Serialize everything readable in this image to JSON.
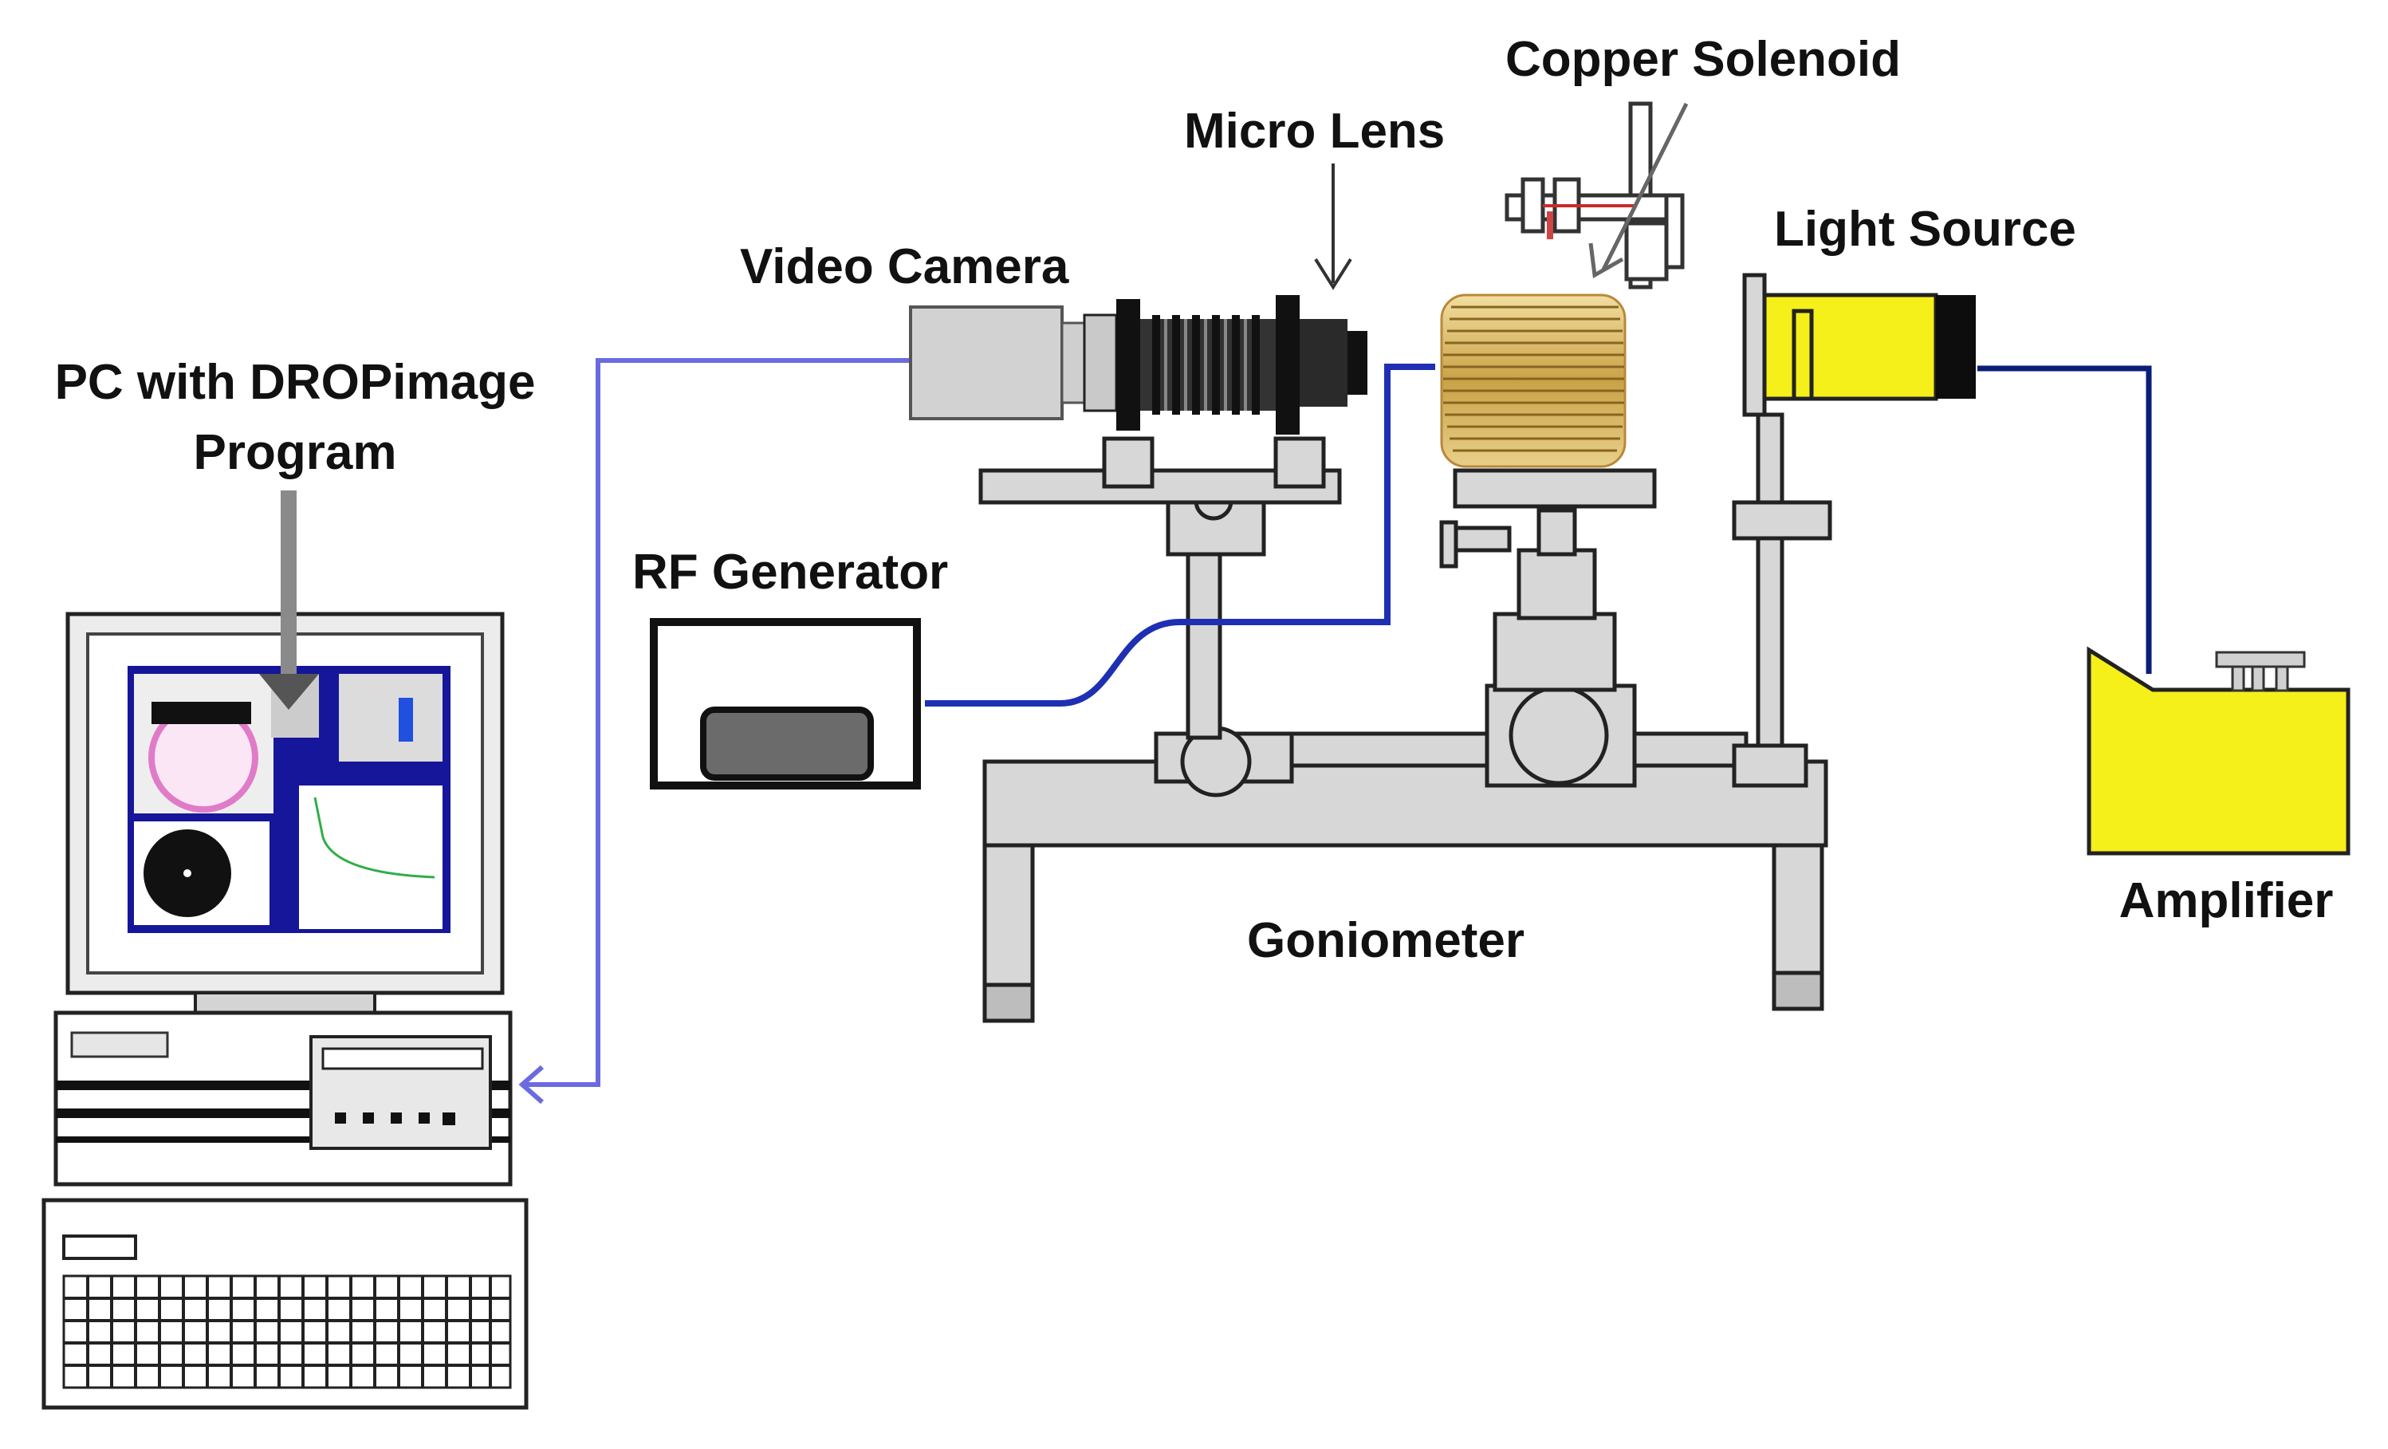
{
  "diagram": {
    "labels": {
      "copper_solenoid": "Copper Solenoid",
      "micro_lens": "Micro Lens",
      "light_source": "Light Source",
      "video_camera": "Video Camera",
      "pc_line1": "PC with DROPimage",
      "pc_line2": "Program",
      "rf_generator": "RF Generator",
      "goniometer": "Goniometer",
      "amplifier": "Amplifier"
    },
    "colors": {
      "cable_blue": "#1f2fb3",
      "cable_navy": "#0a1e78",
      "pc_cable": "#6b6be0",
      "yellow": "#f5ef1a",
      "gold": "#c9a23a",
      "gray_fill": "#d7d7d7",
      "outline": "#222222"
    }
  }
}
